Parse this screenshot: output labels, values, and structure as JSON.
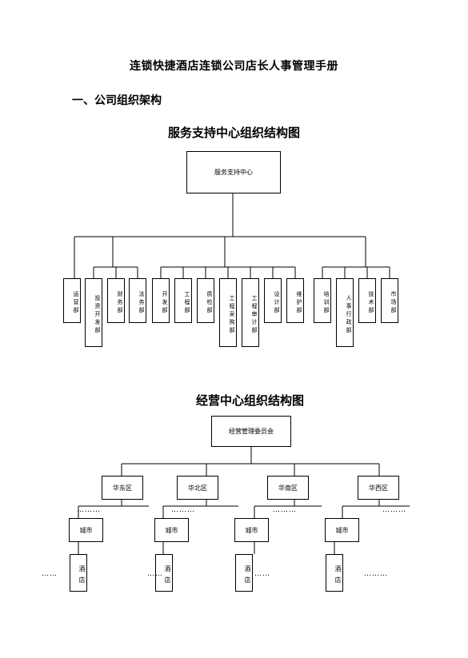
{
  "doc": {
    "title": "连锁快捷酒店连锁公司店长人事管理手册",
    "section_heading": "一、公司组织架构"
  },
  "chart1": {
    "title": "服务支持中心组织结构图",
    "root": "服务支持中心",
    "departments": [
      "运营部",
      "投资开发部",
      "财务部",
      "法务部",
      "开发部",
      "工程部",
      "质检部",
      "工程采购部",
      "工程审计部",
      "设计部",
      "维护部",
      "培训部",
      "人事行政部",
      "技术部",
      "市场部"
    ]
  },
  "chart2": {
    "title": "经营中心组织结构图",
    "root": "经营管理委员会",
    "regions": [
      "华东区",
      "华北区",
      "华南区",
      "华西区"
    ],
    "city_label": "城市",
    "hotel_label": "酒店",
    "ellipsis_short": "……",
    "ellipsis_long": "………"
  }
}
